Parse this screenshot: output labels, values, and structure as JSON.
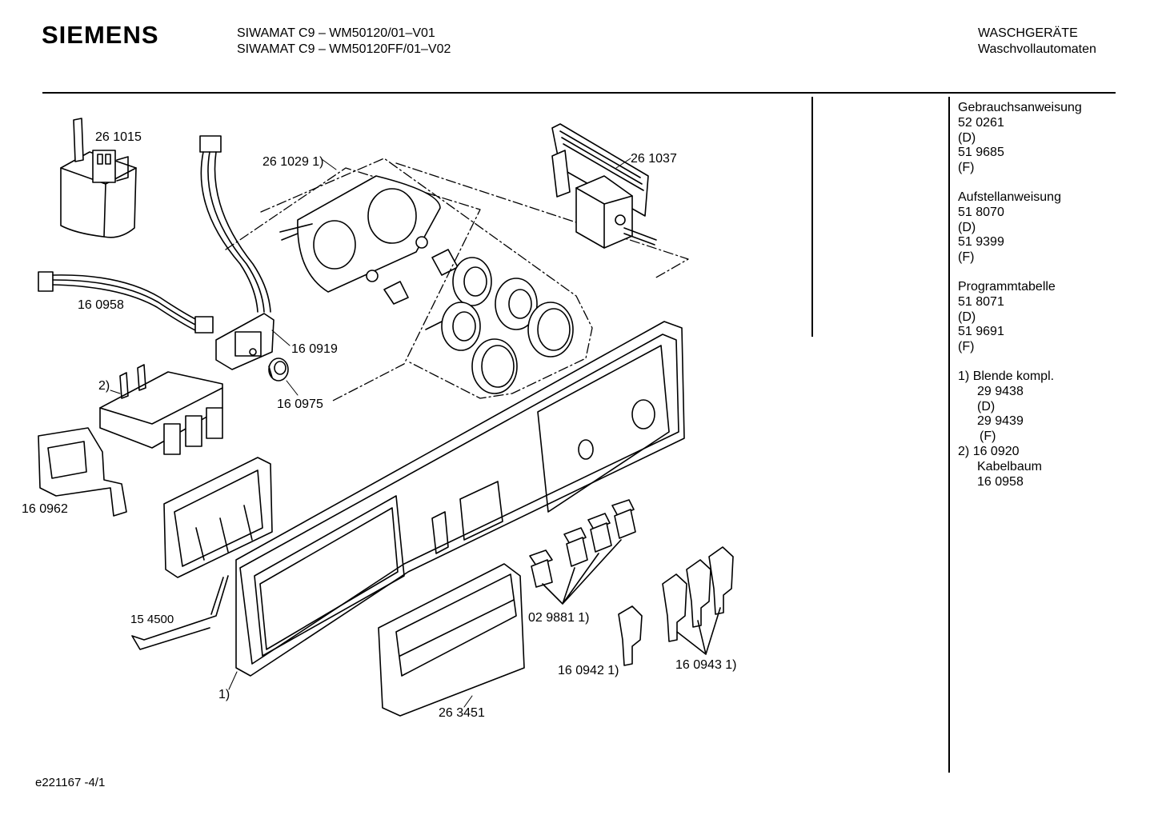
{
  "header": {
    "brand": "SIEMENS",
    "model_lines": [
      "SIWAMAT C9 – WM50120/01–V01",
      "SIWAMAT C9 – WM50120FF/01–V02"
    ],
    "category": "WASCHGERÄTE",
    "subcategory": "Waschvollautomaten"
  },
  "sidebar": {
    "gebrauch": {
      "title": "Gebrauchsanweisung",
      "lines": [
        "52 0261",
        "(D)",
        "51 9685",
        "(F)"
      ]
    },
    "aufstell": {
      "title": "Aufstellanweisung",
      "lines": [
        "51 8070",
        "(D)",
        "51 9399",
        "(F)"
      ]
    },
    "programm": {
      "title": "Programmtabelle",
      "lines": [
        "51 8071",
        "(D)",
        "51 9691",
        "(F)"
      ]
    },
    "notes": {
      "n1": {
        "marker": "1)",
        "title": "Blende kompl.",
        "lines": [
          "29 9438",
          "(D)",
          "29 9439",
          "(F)"
        ]
      },
      "n2": {
        "marker": "2)",
        "title": "16 0920",
        "lines": [
          "Kabelbaum",
          "16 0958"
        ]
      }
    }
  },
  "parts": {
    "p261015": "26 1015",
    "p2610291": "26 1029 1)",
    "p261037": "26 1037",
    "p160958": "16 0958",
    "p160919": "16 0919",
    "p160975": "16 0975",
    "note2": "2)",
    "p160962": "16 0962",
    "p154500": "15 4500",
    "note1": "1)",
    "p0298811": "02 9881 1)",
    "p1609421": "16 0942 1)",
    "p1609431": "16 0943 1)",
    "p263451": "26 3451"
  },
  "footer": {
    "code": "e221167 -4/1"
  }
}
